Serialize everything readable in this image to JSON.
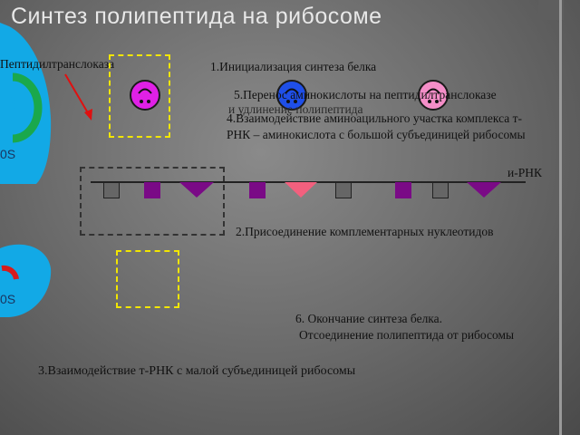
{
  "title": "Синтез полипептида на рибосоме",
  "labels": {
    "peptidyl": "Пептидилтранслоказа",
    "step1": "1.Инициализация синтеза белка",
    "step5": "5.Перенос аминокислоты на пептидилтранслоказе",
    "step5b": "и удлинение полипептида",
    "step4": "4.Взаимодействие аминоацильного участка комплекса т-РНК – аминокислота с большой субъединицей рибосомы",
    "mrna": "и-РНК",
    "step2": "2.Присоединение комплементарных нуклеотидов",
    "step6_line1": "6. Окончание синтеза белка.",
    "step6_line2": "Отсоединение полипептида от рибосомы",
    "step3": "3.Взаимодействие т-РНК с малой субъединицей рибосомы",
    "s_large": "0S",
    "s_small": "0S"
  },
  "colors": {
    "ribosome_blue": "#12a9e6",
    "face_magenta": "#e020e6",
    "face_blue": "#1f4fe8",
    "face_pink": "#f48ec8",
    "nucleotide_purple": "#7a0a86",
    "nucleotide_grey": "#666666",
    "nucleotide_pink": "#f2607e",
    "arc_green": "#1aa84c",
    "arc_red": "#d71c1c",
    "arrow_red": "#e01010",
    "yellow_dash": "#f2e600"
  },
  "icons": [
    "smiley-face-icon",
    "red-arrow-icon",
    "triangle-nucleotide-icon",
    "square-nucleotide-icon"
  ]
}
